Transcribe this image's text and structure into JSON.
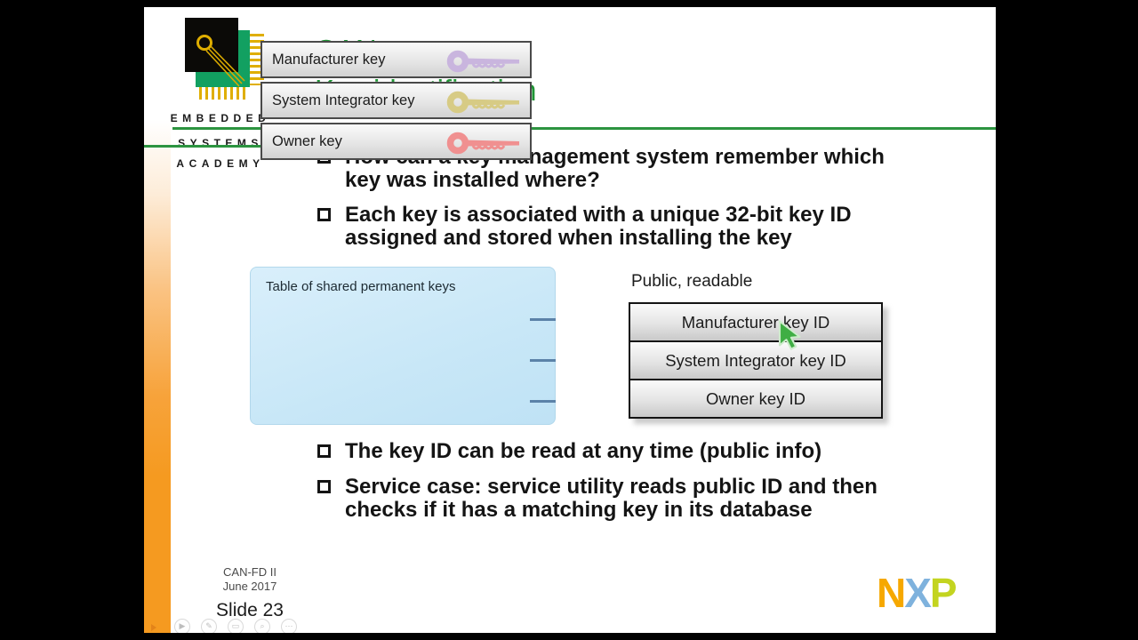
{
  "logo": {
    "line1": "EMBEDDED",
    "line2": "SYSTEMS",
    "line3": "ACADEMY"
  },
  "title": {
    "line1": "CANcrypt:",
    "line2": "Key identification",
    "color": "#1f9435"
  },
  "bullets_top": [
    {
      "lines": [
        "How can a key management system remember which",
        "key was installed where?"
      ]
    },
    {
      "lines": [
        "Each key is associated with a unique 32-bit key ID",
        "assigned and stored when installing the key"
      ]
    }
  ],
  "key_table": {
    "title": "Table of shared permanent keys",
    "rows": [
      {
        "label": "Manufacturer key",
        "key_color": "#c9b5de"
      },
      {
        "label": "System Integrator key",
        "key_color": "#d7cb85"
      },
      {
        "label": "Owner key",
        "key_color": "#f09090"
      }
    ]
  },
  "public_panel": {
    "caption": "Public, readable",
    "items": [
      "Manufacturer key ID",
      "System Integrator key ID",
      "Owner key ID"
    ]
  },
  "bullets_bottom": [
    {
      "lines": [
        "The key ID can be read at any time (public info)"
      ]
    },
    {
      "lines": [
        "Service case: service utility reads public ID and then",
        "checks if it has a matching key in its database"
      ]
    }
  ],
  "footer": {
    "course": "CAN-FD II",
    "date": "June 2017",
    "slide_number": "Slide 23"
  },
  "brand": {
    "letters": [
      {
        "ch": "N",
        "color": "#f6a800"
      },
      {
        "ch": "X",
        "color": "#7fb2dd"
      },
      {
        "ch": "P",
        "color": "#c3d420"
      }
    ]
  },
  "player": {
    "icons": [
      {
        "name": "play-icon",
        "glyph": "▶"
      },
      {
        "name": "pen-icon",
        "glyph": "✎"
      },
      {
        "name": "frame-icon",
        "glyph": "▭"
      },
      {
        "name": "magnifier-icon",
        "glyph": "⌕"
      },
      {
        "name": "more-icon",
        "glyph": "⋯"
      }
    ]
  },
  "colors": {
    "accent_green": "#2c9440",
    "orange_bar": "#f59a20",
    "panel_blue": "#cde9f7",
    "connector_blue": "#5b82a8",
    "cursor_green": "#3fae44",
    "box_border": "#141414"
  }
}
